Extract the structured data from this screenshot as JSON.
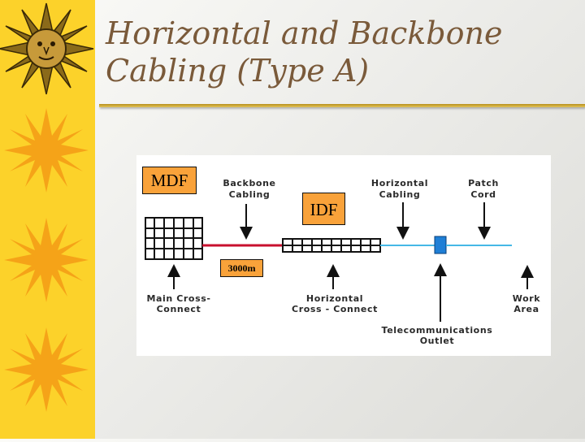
{
  "slide": {
    "title_line1": "Horizontal and Backbone",
    "title_line2": "Cabling (Type A)"
  },
  "diagram": {
    "labels": {
      "backbone_1": "Backbone",
      "backbone_2": "Cabling",
      "horizontal_1": "Horizontal",
      "horizontal_2": "Cabling",
      "patch_1": "Patch",
      "patch_2": "Cord",
      "mcc_1": "Main Cross-",
      "mcc_2": "Connect",
      "hcc_1": "Horizontal",
      "hcc_2": "Cross - Connect",
      "tel_1": "Telecommunications",
      "tel_2": "Outlet",
      "work_1": "Work",
      "work_2": "Area"
    },
    "colors": {
      "backbone_cable": "#c8102e",
      "horizontal_cable": "#45b8e6",
      "outlet": "#1f7fd6",
      "tag_fill": "#f9a23a",
      "sidebar": "#fcd22a",
      "starburst": "#f5a318"
    }
  },
  "tags": {
    "mdf": "MDF",
    "idf": "IDF",
    "length": "3000m"
  }
}
